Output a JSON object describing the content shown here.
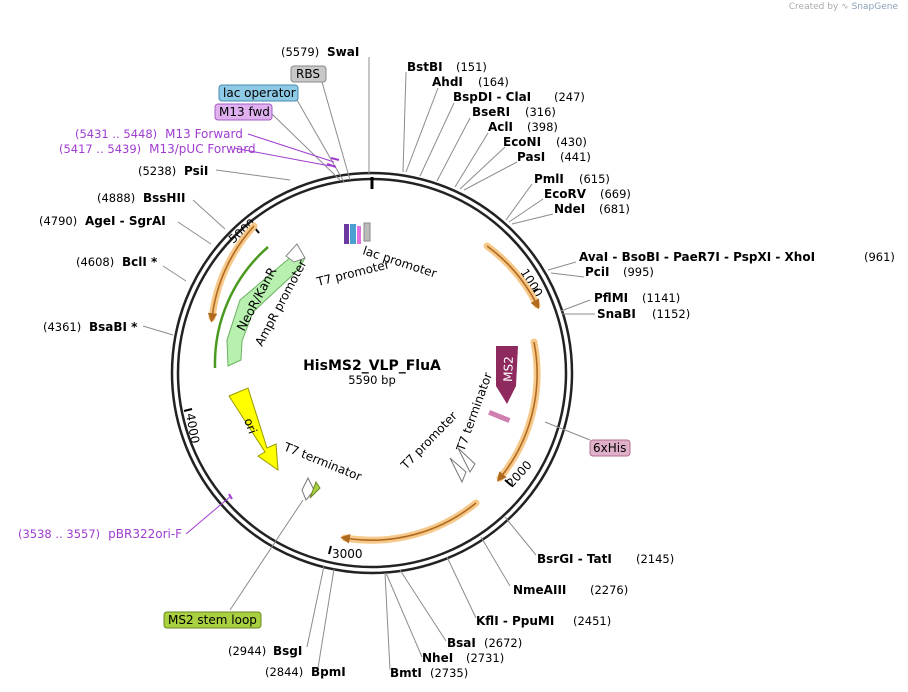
{
  "credit": {
    "created_by": "Created by",
    "brand": "SnapGene"
  },
  "plasmid": {
    "name": "HisMS2_VLP_FluA",
    "length": "5590 bp"
  },
  "ticks": [
    "1000",
    "2000",
    "3000",
    "4000",
    "5000"
  ],
  "sites": [
    {
      "name": "SwaI",
      "pos": "(5579)"
    },
    {
      "name": "BstBI",
      "pos": "(151)"
    },
    {
      "name": "AhdI",
      "pos": "(164)"
    },
    {
      "name": "BspDI",
      "extra": " - ClaI",
      "pos": "(247)"
    },
    {
      "name": "BseRI",
      "pos": "(316)"
    },
    {
      "name": "AclI",
      "pos": "(398)"
    },
    {
      "name": "EcoNI",
      "pos": "(430)"
    },
    {
      "name": "PasI",
      "pos": "(441)"
    },
    {
      "name": "PmlI",
      "pos": "(615)"
    },
    {
      "name": "EcoRV",
      "pos": "(669)"
    },
    {
      "name": "NdeI",
      "pos": "(681)"
    },
    {
      "name": "AvaI",
      "extra": " - BsoBI - PaeR7I - PspXI - XhoI",
      "pos": "(961)"
    },
    {
      "name": "PciI",
      "pos": "(995)"
    },
    {
      "name": "PflMI",
      "pos": "(1141)"
    },
    {
      "name": "SnaBI",
      "pos": "(1152)"
    },
    {
      "name": "BsrGI",
      "extra": " - TatI",
      "pos": "(2145)"
    },
    {
      "name": "NmeAIII",
      "pos": "(2276)"
    },
    {
      "name": "KflI",
      "extra": " - PpuMI",
      "pos": "(2451)"
    },
    {
      "name": "BsaI",
      "pos": "(2672)"
    },
    {
      "name": "NheI",
      "pos": "(2731)"
    },
    {
      "name": "BmtI",
      "pos": "(2735)"
    },
    {
      "name": "BpmI",
      "pos": "(2844)"
    },
    {
      "name": "BsgI",
      "pos": "(2944)"
    },
    {
      "name": "BsaBI *",
      "pos": "(4361)"
    },
    {
      "name": "BclI *",
      "pos": "(4608)"
    },
    {
      "name": "AgeI",
      "extra": " - SgrAI",
      "pos": "(4790)"
    },
    {
      "name": "BssHII",
      "pos": "(4888)"
    },
    {
      "name": "PsiI",
      "pos": "(5238)"
    }
  ],
  "primers": [
    {
      "range": "(5431 .. 5448)",
      "name": "M13 Forward"
    },
    {
      "range": "(5417 .. 5439)",
      "name": "M13/pUC Forward"
    },
    {
      "range": "(3538 .. 3557)",
      "name": "pBR322ori-F"
    }
  ],
  "boxed_features": {
    "rbs": "RBS",
    "lac_operator": "lac operator",
    "m13_fwd": "M13 fwd",
    "his_tag": "6xHis",
    "stem_loop": "MS2 stem loop"
  },
  "features": {
    "lac_promoter": "lac promoter",
    "t7_promoter_top": "T7 promoter",
    "ampr_promoter": "AmpR promoter",
    "neor_kanr": "NeoR/KanR",
    "ms2": "MS2",
    "t7_terminator_right": "T7 terminator",
    "t7_promoter_right": "T7 promoter",
    "ori": "ori",
    "t7_terminator_bottom": "T7 terminator"
  },
  "colors": {
    "orf_arrow": "#f4a460",
    "neor": "#b8f0b0",
    "ms2": "#8e2a5e",
    "ori": "#ffff00",
    "primer": "#a03cd0",
    "rbs_box": "#c8c8c8",
    "lac_op_box": "#8ecae6",
    "m13_box": "#e0b0f0",
    "his_box": "#e0b0c8",
    "stem_box": "#a8d040"
  }
}
